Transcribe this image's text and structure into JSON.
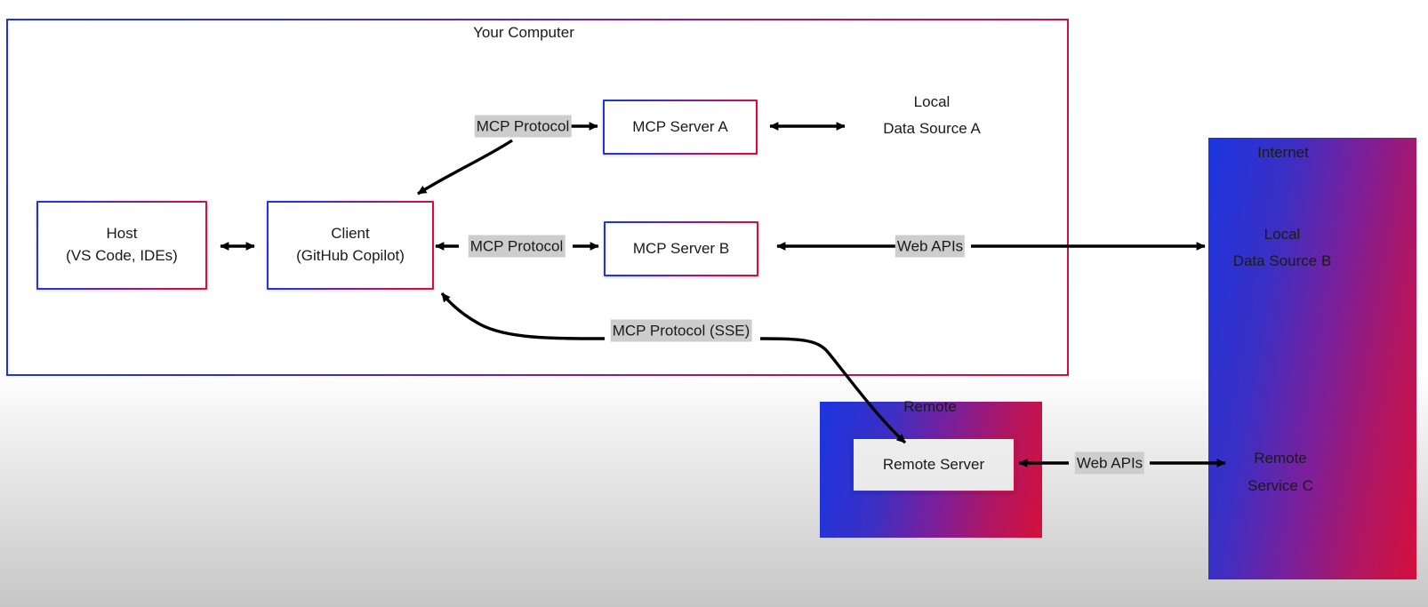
{
  "diagram": {
    "title": "MCP architecture: host, client, servers and data sources",
    "containers": [
      {
        "id": "your-computer",
        "label": "Your Computer"
      },
      {
        "id": "internet",
        "label": "Internet"
      },
      {
        "id": "remote",
        "label": "Remote"
      }
    ],
    "nodes": [
      {
        "id": "host",
        "shape": "rect",
        "line1": "Host",
        "line2": "(VS Code, IDEs)"
      },
      {
        "id": "client",
        "shape": "rect",
        "line1": "Client",
        "line2": "(GitHub Copilot)"
      },
      {
        "id": "mcp-server-a",
        "shape": "rect",
        "line1": "MCP Server A",
        "line2": ""
      },
      {
        "id": "mcp-server-b",
        "shape": "rect",
        "line1": "MCP Server B",
        "line2": ""
      },
      {
        "id": "remote-server",
        "shape": "rect",
        "line1": "Remote Server",
        "line2": ""
      },
      {
        "id": "local-data-source-a",
        "shape": "cylinder",
        "line1": "Local",
        "line2": "Data Source A"
      },
      {
        "id": "local-data-source-b",
        "shape": "cylinder",
        "line1": "Local",
        "line2": "Data Source B"
      },
      {
        "id": "remote-service-c",
        "shape": "cylinder",
        "line1": "Remote",
        "line2": "Service C"
      }
    ],
    "edges": [
      {
        "id": "client-host",
        "label": "",
        "arrows": "both"
      },
      {
        "id": "client-mcp-server-a",
        "label": "MCP Protocol",
        "arrows": "both"
      },
      {
        "id": "client-mcp-server-b",
        "label": "MCP Protocol",
        "arrows": "both"
      },
      {
        "id": "client-remote-server",
        "label": "MCP Protocol (SSE)",
        "arrows": "both"
      },
      {
        "id": "mcp-server-a-data-a",
        "label": "",
        "arrows": "both"
      },
      {
        "id": "mcp-server-b-data-b",
        "label": "Web APIs",
        "arrows": "both"
      },
      {
        "id": "remote-server-service-c",
        "label": "Web APIs",
        "arrows": "both"
      }
    ],
    "colors": {
      "gradient_start": "#1b35e0",
      "gradient_end": "#d40f3c",
      "label_highlight": "#cdcdcd",
      "arrow": "#000000",
      "text": "#1a1a1a"
    }
  }
}
